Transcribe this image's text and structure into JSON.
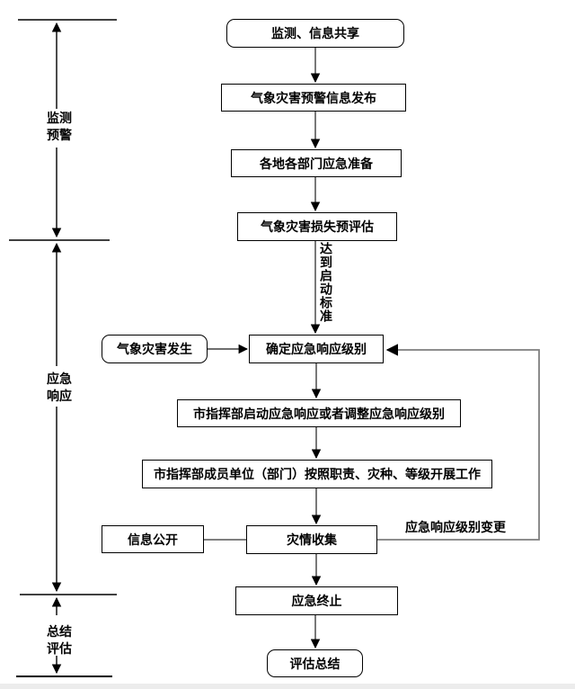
{
  "diagram": {
    "phase_axis": {
      "phases": [
        {
          "line1": "监测",
          "line2": "预警"
        },
        {
          "line1": "应急",
          "line2": "响应"
        },
        {
          "line1": "总结",
          "line2": "评估"
        }
      ]
    },
    "nodes": {
      "monitor_share": {
        "label": "监测、信息共享",
        "shape": "rounded"
      },
      "warning_release": {
        "label": "气象灾害预警信息发布",
        "shape": "rect"
      },
      "local_prep": {
        "label": "各地各部门应急准备",
        "shape": "rect"
      },
      "loss_preassess": {
        "label": "气象灾害损失预评估",
        "shape": "rect"
      },
      "disaster_occur": {
        "label": "气象灾害发生",
        "shape": "rounded"
      },
      "determine_level": {
        "label": "确定应急响应级别",
        "shape": "rect"
      },
      "start_response": {
        "label": "市指挥部启动应急响应或者调整应急响应级别",
        "shape": "rect"
      },
      "members_work": {
        "label": "市指挥部成员单位（部门）按照职责、灾种、等级开展工作",
        "shape": "rect"
      },
      "info_public": {
        "label": "信息公开",
        "shape": "rect"
      },
      "collect_info": {
        "label": "灾情收集",
        "shape": "rect"
      },
      "end_response": {
        "label": "应急终止",
        "shape": "rect"
      },
      "eval_summary": {
        "label": "评估总结",
        "shape": "rounded"
      }
    },
    "edge_labels": {
      "reach_threshold": "达到启动标准",
      "level_change": "应急响应级别变更"
    },
    "colors": {
      "box_border": "#000000",
      "connector": "#3f3f3f",
      "loop_line": "#7f7f7f",
      "axis": "#000000",
      "text": "#000000",
      "background": "#ffffff"
    }
  }
}
